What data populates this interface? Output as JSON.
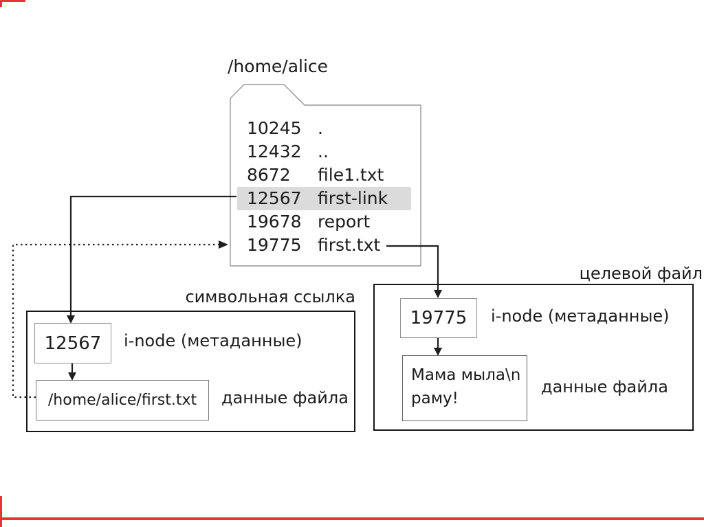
{
  "slide": {
    "directory_title": "/home/alice",
    "directory": {
      "rows": [
        {
          "inode": "10245",
          "name": "."
        },
        {
          "inode": "12432",
          "name": ".."
        },
        {
          "inode": "8672",
          "name": "file1.txt"
        },
        {
          "inode": "12567",
          "name": "first-link"
        },
        {
          "inode": "19678",
          "name": "report"
        },
        {
          "inode": "19775",
          "name": "first.txt"
        }
      ],
      "highlighted_row_index": 3
    },
    "symlink": {
      "label": "символьная ссылка",
      "inode": "12567",
      "inode_label": "i-node (метаданные)",
      "data_value": "/home/alice/first.txt",
      "data_label": "данные файла"
    },
    "target": {
      "label": "целевой файл",
      "inode": "19775",
      "inode_label": "i-node (метаданные)",
      "data_line1": "Мама мыла\\n",
      "data_line2": "раму!",
      "data_label": "данные файла"
    },
    "colors": {
      "accent_red": "#e8352e",
      "row_highlight": "#dbdbdb",
      "line_dark": "#1f1f1f",
      "line_gray": "#979797"
    }
  }
}
